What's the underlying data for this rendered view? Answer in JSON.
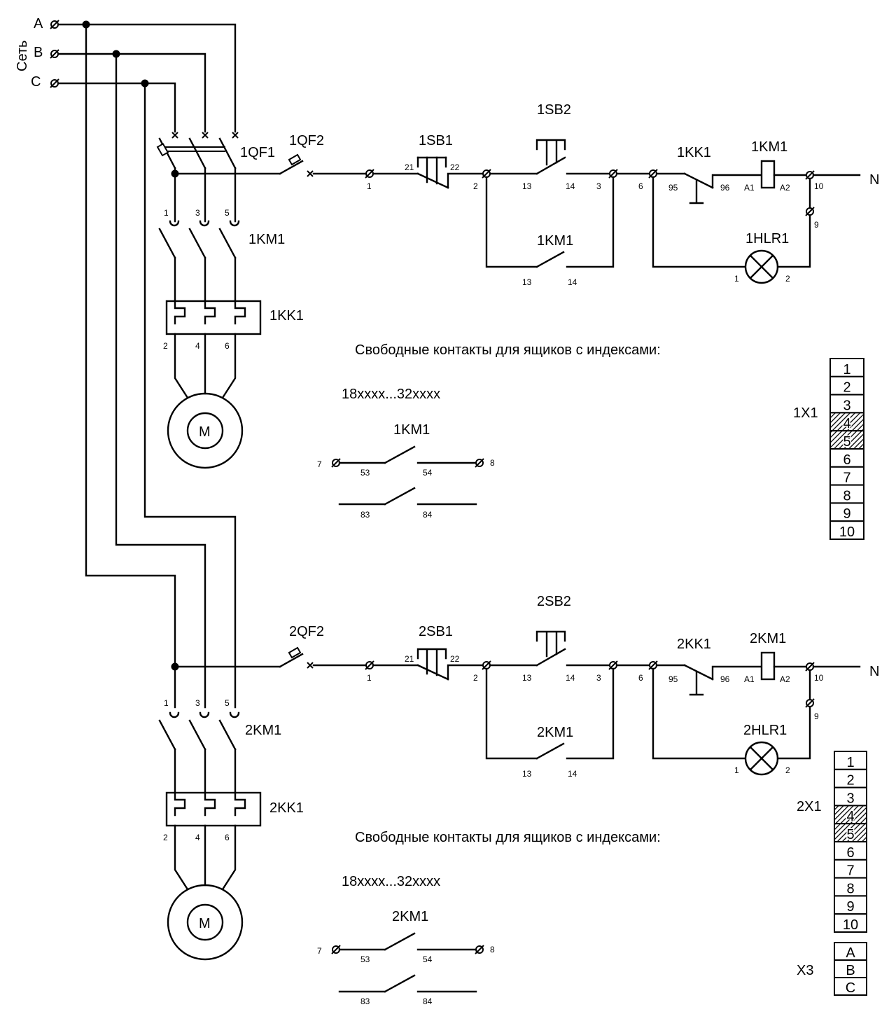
{
  "supply": {
    "title": "Сеть",
    "phases": [
      "A",
      "B",
      "C"
    ]
  },
  "circuit1": {
    "breaker_main": "1QF1",
    "breaker_control": "1QF2",
    "stop_button": "1SB1",
    "start_button": "1SB2",
    "thermal_relay": "1KK1",
    "contactor": "1KM1",
    "contactor_hold": "1KM1",
    "contactor_coil": "1KM1",
    "lamp": "1HLR1",
    "motor": "M",
    "free_contacts_title": "Свободные контакты для ящиков с индексами:",
    "index_range": "18xxxx...32xxxx",
    "aux_contactor": "1KM1",
    "terminal_block": "1X1",
    "neutral": "N"
  },
  "circuit2": {
    "breaker_control": "2QF2",
    "stop_button": "2SB1",
    "start_button": "2SB2",
    "thermal_relay": "2KK1",
    "contactor": "2KM1",
    "contactor_hold": "2KM1",
    "contactor_coil": "2KM1",
    "lamp": "2HLR1",
    "motor": "M",
    "free_contacts_title": "Свободные контакты для ящиков с индексами:",
    "index_range": "18xxxx...32xxxx",
    "aux_contactor": "2KM1",
    "terminal_block": "2X1",
    "neutral": "N"
  },
  "terminals": {
    "t1": "1",
    "t2": "2",
    "t3": "3",
    "t6": "6",
    "t7": "7",
    "t8": "8",
    "t9": "9",
    "t10": "10",
    "c13": "13",
    "c14": "14",
    "c21": "21",
    "c22": "22",
    "c53": "53",
    "c54": "54",
    "c83": "83",
    "c84": "84",
    "c95": "95",
    "c96": "96",
    "a1": "A1",
    "a2": "A2",
    "p1": "1",
    "p2": "2",
    "p3": "3",
    "p4": "4",
    "p5": "5",
    "p6": "6",
    "lamp1": "1",
    "lamp2": "2"
  },
  "terminal_block_1": {
    "rows": [
      "1",
      "2",
      "3",
      "4",
      "5",
      "6",
      "7",
      "8",
      "9",
      "10"
    ],
    "hatched": [
      false,
      false,
      false,
      true,
      true,
      false,
      false,
      false,
      false,
      false
    ]
  },
  "terminal_block_2": {
    "rows": [
      "1",
      "2",
      "3",
      "4",
      "5",
      "6",
      "7",
      "8",
      "9",
      "10"
    ],
    "hatched": [
      false,
      false,
      false,
      true,
      true,
      false,
      false,
      false,
      false,
      false
    ]
  },
  "terminal_block_3": {
    "label": "X3",
    "rows": [
      "A",
      "B",
      "C"
    ]
  }
}
